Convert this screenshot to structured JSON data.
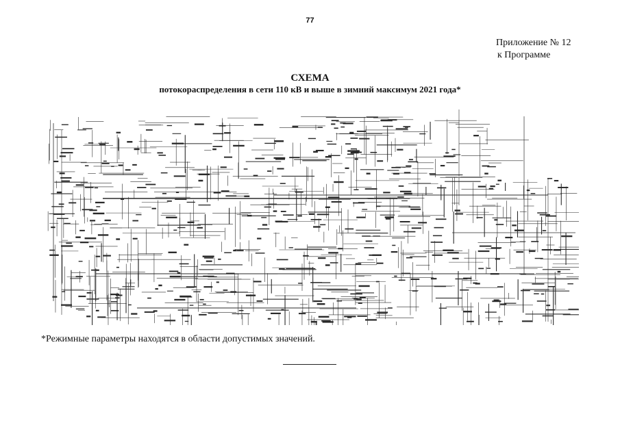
{
  "page": {
    "number": "77"
  },
  "appendix": {
    "line1": "Приложение № 12",
    "line2": "к Программе"
  },
  "heading": {
    "title": "СХЕМА",
    "subtitle": "потокораспределения в сети 110 кВ и выше в зимний максимум 2021 года*"
  },
  "schematic": {
    "description_icon": "power-grid-diagram",
    "ink_color": "#2a2a2a"
  },
  "footnote": {
    "text": "*Режимные параметры находятся в области допустимых значений."
  }
}
